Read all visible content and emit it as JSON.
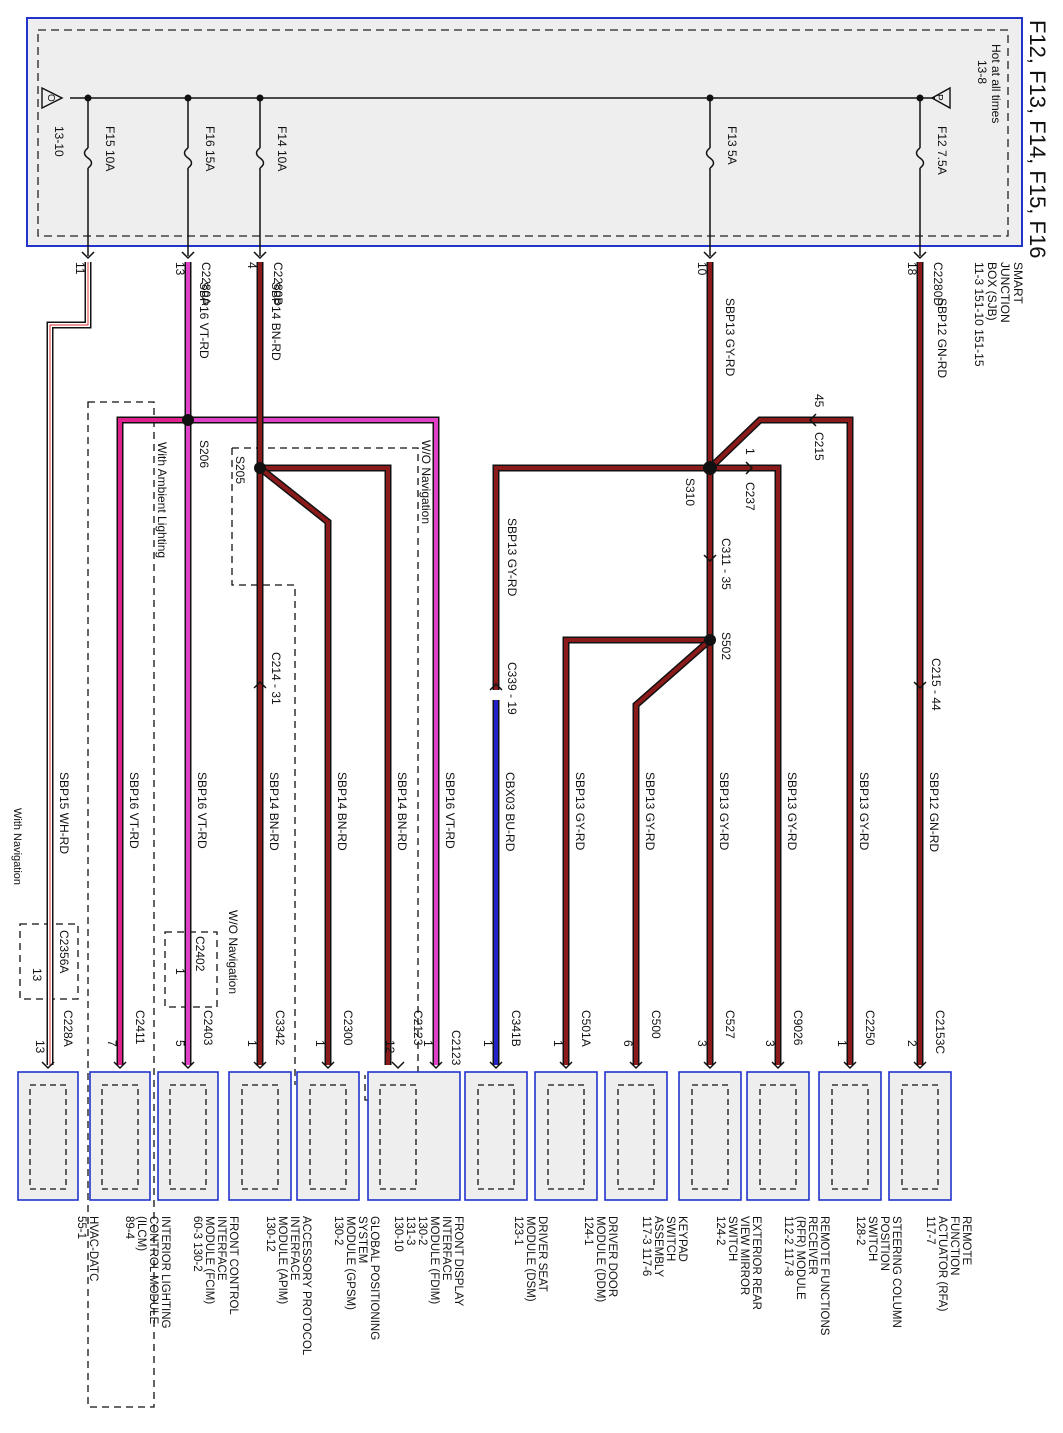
{
  "title": "F12, F13, F14, F15, F16",
  "sjb": {
    "hot_label": "Hot at all times",
    "hot_ref": "13-8",
    "ground_ref": "13-10",
    "bus_left_symbol": "O",
    "bus_right_symbol": "P",
    "name_line1": "SMART",
    "name_line2": "JUNCTION",
    "name_line3": "BOX (SJB)",
    "name_line4": "11-3  151-10    151-15"
  },
  "fuses": [
    {
      "label": "F15  10A",
      "connector": "11",
      "circuit": "SBP15  WH-RD",
      "color": "#e8e8e8",
      "note": "With Navigation"
    },
    {
      "label": "F16  15A",
      "connector": "13",
      "circuit": "SBP16  VT-RD",
      "color": "#e040c8",
      "cnum": "C2280A"
    },
    {
      "label": "F14  10A",
      "connector": "4",
      "circuit": "SBP14  BN-RD",
      "color": "#8b1a1a",
      "cnum": "C2280B"
    },
    {
      "label": "F13  5A",
      "connector": "10",
      "circuit": "SBP13  GY-RD",
      "color": "#8b1a1a"
    },
    {
      "label": "F12  7.5A",
      "connector": "18",
      "circuit": "SBP12  GN-RD",
      "color": "#8b1a1a",
      "cnum": "C2280D"
    }
  ],
  "splices": {
    "s206": "S206",
    "s205": "S205",
    "s310": "S310",
    "s502": "S502"
  },
  "inline_connectors": {
    "c215_top": "C215",
    "c215_top_pin": "45",
    "c237": "C237",
    "c237_pin": "1",
    "c311": "C311 - 35",
    "c214": "C214 - 31",
    "c339": "C339 - 19",
    "c215_bot": "C215 - 44",
    "c2402": "C2402",
    "c2402_pin": "1",
    "c2356a": "C2356A",
    "c2356a_pin": "13"
  },
  "notes": {
    "with_ambient": "With Ambient Lighting",
    "wo_navigation_top": "W/O Navigation",
    "wo_navigation_mid": "W/O Navigation",
    "with_navigation": "With Navigation"
  },
  "branch_circuits": [
    {
      "circuit": "SBP15  WH-RD",
      "color": "#f2e6e6"
    },
    {
      "circuit": "SBP16  VT-RD",
      "color": "#e0208c"
    },
    {
      "circuit": "SBP16  VT-RD",
      "color": "#e040c8"
    },
    {
      "circuit": "SBP14  BN-RD",
      "color": "#8b1a1a"
    },
    {
      "circuit": "SBP14  BN-RD",
      "color": "#8b1a1a"
    },
    {
      "circuit": "SBP14  BN-RD",
      "color": "#8b1a1a"
    },
    {
      "circuit": "SBP16  VT-RD",
      "color": "#e040c8"
    },
    {
      "circuit": "CBX03  BU-RD",
      "color": "#2222c8"
    },
    {
      "circuit": "SBP13  GY-RD",
      "color": "#8b1a1a"
    },
    {
      "circuit": "SBP13  GY-RD",
      "color": "#8b1a1a"
    },
    {
      "circuit": "SBP13  GY-RD",
      "color": "#8b1a1a"
    },
    {
      "circuit": "SBP13  GY-RD",
      "color": "#8b1a1a"
    },
    {
      "circuit": "SBP13  GY-RD",
      "color": "#8b1a1a"
    },
    {
      "circuit": "SBP12  GN-RD",
      "color": "#8b1a1a"
    }
  ],
  "upper_circuits": {
    "sbp16": "SBP16  VT-RD",
    "sbp14": "SBP14  BN-RD",
    "sbp13": "SBP13  GY-RD",
    "sbp12": "SBP12  GN-RD",
    "sbp13_dsm": "SBP13  GY-RD"
  },
  "modules": [
    {
      "connector": "C228A",
      "pin": "13",
      "name": "HVAC-DATC\n55-1"
    },
    {
      "connector": "C2411",
      "pin": "7",
      "name": "INTERIOR LIGHTING\nCONTROL MODULE\n(ILCM)\n89-4"
    },
    {
      "connector": "C2403",
      "pin": "5",
      "name": "FRONT CONTROL\nINTERFACE\nMODULE (FCIM)\n60-3  130-2"
    },
    {
      "connector": "C3342",
      "pin": "1",
      "name": "ACCESSORY PROTOCOL\nINTERFACE\nMODULE (APIM)\n130-12"
    },
    {
      "connector": "C2300",
      "pin": "1",
      "name": "GLOBAL POSITIONING\nSYSTEM\nMODULE (GPSM)\n130-2"
    },
    {
      "connector": "C2123",
      "pin": "12",
      "name": "FRONT DISPLAY\nINTERFACE\nMODULE (FDIM)\n130-2\n131-3\n130-10",
      "connector2": "C2123",
      "pin2": "1"
    },
    {
      "connector": "C341B",
      "pin": "1",
      "name": "DRIVER SEAT\nMODULE (DSM)\n123-1"
    },
    {
      "connector": "C501A",
      "pin": "1",
      "name": "DRIVER DOOR\nMODULE (DDM)\n124-1"
    },
    {
      "connector": "C500",
      "pin": "6",
      "name": "KEYPAD\nSWITCH\nASSEMBLY\n117-3  117-6"
    },
    {
      "connector": "C527",
      "pin": "3",
      "name": "EXTERIOR REAR\nVIEW MIRROR\nSWITCH\n124-2"
    },
    {
      "connector": "C9026",
      "pin": "3",
      "name": "REMOTE FUNCTIONS\nRECEIVER\n(RFR) MODULE\n112-2   117-8"
    },
    {
      "connector": "C2250",
      "pin": "1",
      "name": "STEERING COLUMN\nPOSITION\nSWITCH\n128-2"
    },
    {
      "connector": "C2153C",
      "pin": "2",
      "name": "REMOTE\nFUNCTION\nACTUATOR (RFA)\n117-7"
    }
  ]
}
